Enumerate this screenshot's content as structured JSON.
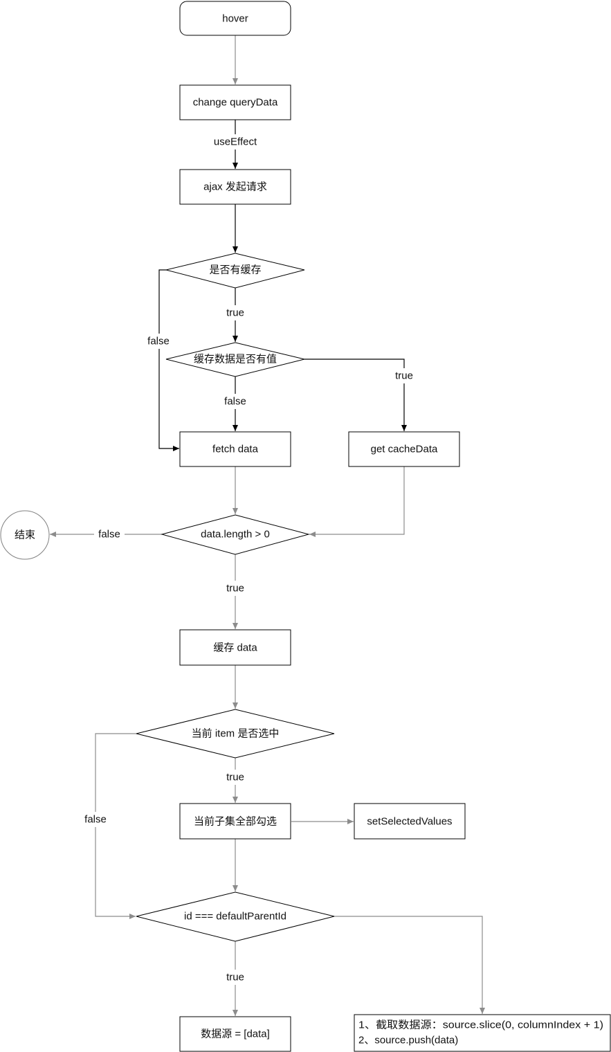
{
  "nodes": {
    "hover": "hover",
    "change_query": "change queryData",
    "ajax": "ajax 发起请求",
    "has_cache": "是否有缓存",
    "cache_has_value": "缓存数据是否有值",
    "fetch_data": "fetch data",
    "get_cache": "get cacheData",
    "data_length": "data.length > 0",
    "end": "结束",
    "cache_data": "缓存 data",
    "item_selected": "当前 item 是否选中",
    "select_all": "当前子集全部勾选",
    "set_selected": "setSelectedValues",
    "id_check": "id === defaultParentId",
    "source_data": "数据源 = [data]",
    "note_line1": "1、截取数据源：source.slice(0, columnIndex + 1)",
    "note_line2": "2、source.push(data)"
  },
  "edges": {
    "use_effect": "useEffect",
    "cache_true": "true",
    "cache_false": "false",
    "value_false": "false",
    "value_true": "true",
    "length_false": "false",
    "length_true": "true",
    "selected_true": "true",
    "selected_false": "false",
    "id_true": "true"
  },
  "colors": {
    "gray_edge": "#8c8c8c",
    "black_edge": "#000000",
    "end_circle": "#808080"
  }
}
